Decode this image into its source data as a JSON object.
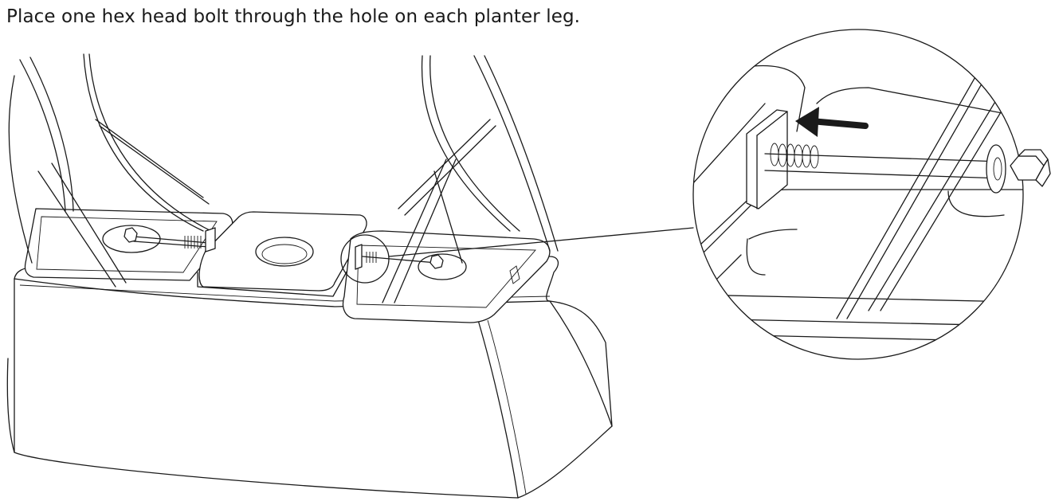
{
  "instruction": {
    "text": "Place one hex head bolt through the hole on each planter leg."
  },
  "diagram": {
    "subject": "planter-assembly",
    "detail": "magnified-bolt-insertion",
    "arrow_direction": "left",
    "line_color": "#1a1a1a",
    "background": "#ffffff"
  }
}
